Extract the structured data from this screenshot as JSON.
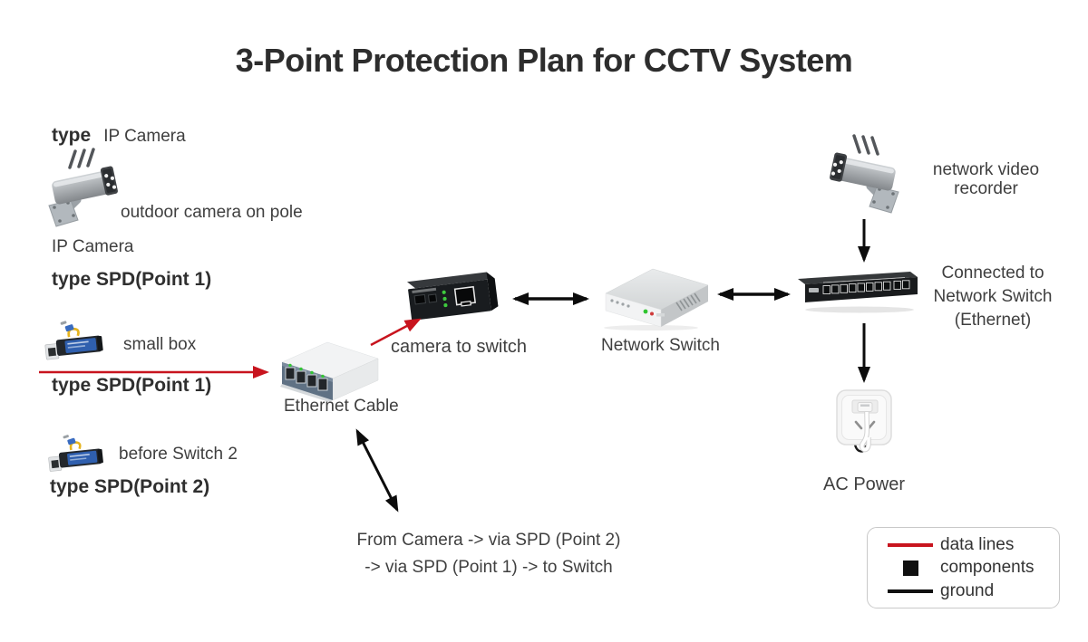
{
  "title": "3-Point Protection Plan for CCTV System",
  "colors": {
    "data_line": "#c8141e",
    "ground": "#0c0c0c",
    "heading_text": "#2f2f2f",
    "body_text": "#3f3f3f"
  },
  "camera_section": {
    "type_label": "type",
    "type_value": "IP Camera",
    "icon": "cctv-camera-icon",
    "caption": "outdoor camera on pole",
    "name": "IP Camera",
    "spd_heading": "type SPD(Point 1)"
  },
  "spd1": {
    "icon": "surge-protector-icon",
    "caption": "small box",
    "heading": "type SPD(Point 1)"
  },
  "spd2": {
    "icon": "surge-protector-icon",
    "caption": "before Switch 2",
    "heading": "type SPD(Point 2)"
  },
  "ethernet_switch": {
    "icon": "ethernet-switch-icon",
    "label": "Ethernet Cable"
  },
  "media_converter": {
    "icon": "media-converter-icon",
    "label": "camera to switch"
  },
  "network_switch": {
    "icon": "network-switch-icon",
    "label": "Network Switch"
  },
  "nvr": {
    "icon": "cctv-camera-icon",
    "label_line1": "network video",
    "label_line2": "recorder"
  },
  "poe_switch": {
    "icon": "rack-switch-icon",
    "note_line1": "Connected to",
    "note_line2": "Network Switch",
    "note_line3": "(Ethernet)"
  },
  "ac_power": {
    "icon": "power-outlet-icon",
    "label": "AC Power"
  },
  "flow_note": {
    "line1": "From Camera -> via SPD (Point 2)",
    "line2": "-> via SPD (Point 1) -> to Switch"
  },
  "legend": {
    "items": [
      {
        "swatch": "red-line",
        "label": "data lines"
      },
      {
        "swatch": "black-square",
        "label": "components"
      },
      {
        "swatch": "black-line",
        "label": "ground"
      }
    ]
  }
}
